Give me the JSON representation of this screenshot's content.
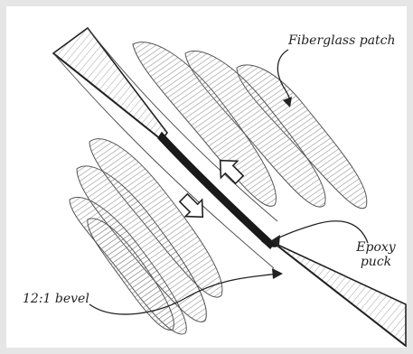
{
  "figure": {
    "labels": {
      "fiberglass_patch": "Fiberglass patch",
      "epoxy_line1": "Epoxy",
      "epoxy_line2": "puck",
      "bevel": "12:1 bevel"
    },
    "colors": {
      "frame": "#e6e6e6",
      "ink": "#222222",
      "hatch": "#8a8a8a",
      "epoxy": "#1a1a1a"
    }
  }
}
